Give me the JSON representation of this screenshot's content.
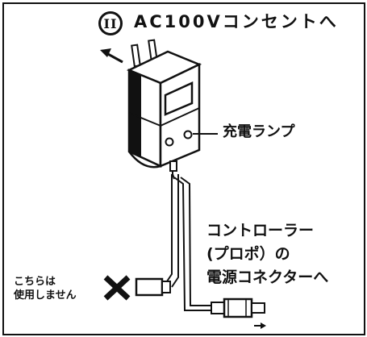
{
  "step_badge": "II",
  "labels": {
    "ac_outlet": "AC100Vコンセントへ",
    "charge_lamp": "充電ランプ",
    "controller_line1": "コントローラー",
    "controller_line2": "(プロポ）の",
    "controller_line3": "電源コネクターへ",
    "unused_line1": "こちらは",
    "unused_line2": "使用しません"
  }
}
